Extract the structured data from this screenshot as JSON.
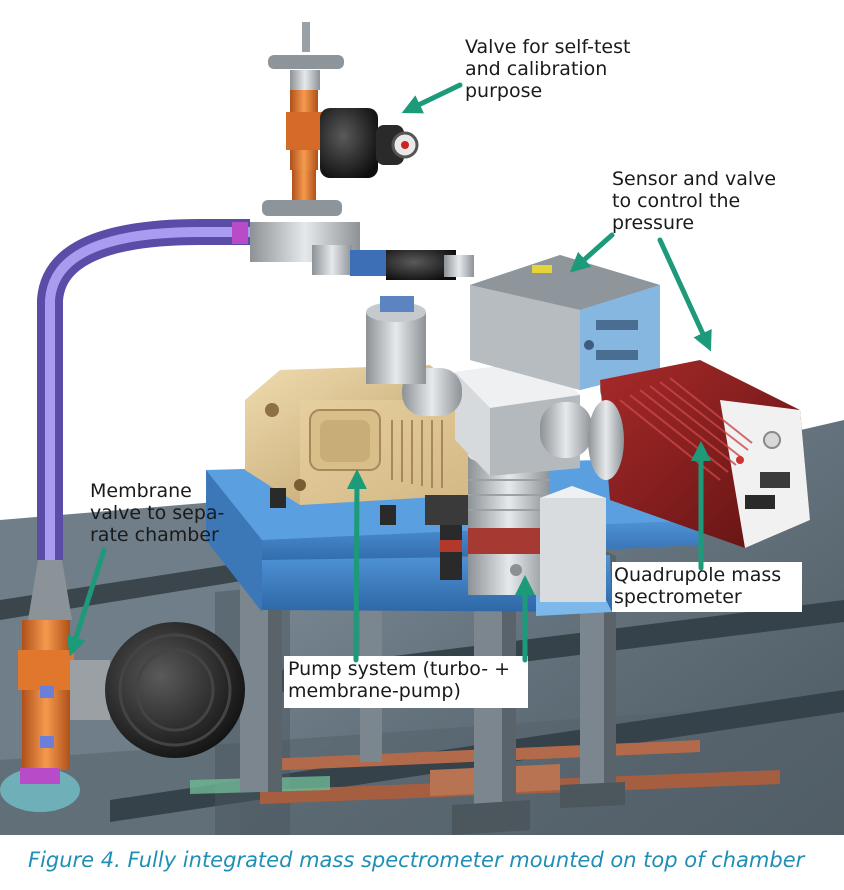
{
  "labels": {
    "valve_self_test": [
      "Valve for self-test",
      "and calibration",
      "purpose"
    ],
    "sensor_valve": [
      "Sensor and valve",
      "to control the",
      "pressure"
    ],
    "membrane_valve": [
      "Membrane",
      "valve to sepa-",
      "rate chamber"
    ],
    "quadrupole": [
      "Quadrupole mass",
      "spectrometer"
    ],
    "pump_system": [
      "Pump system (turbo- +",
      "membrane-pump)"
    ]
  },
  "caption": "Figure 4. Fully integrated mass spectrometer mounted on top of chamber",
  "colors": {
    "arrow": "#1c9a7a",
    "caption": "#1f8fb5",
    "chamber_background": "#5d6b74",
    "table_frame": "#3f7ec0",
    "purple_pipe": "#7e6cc4",
    "copper_valve": "#e07a2c",
    "pump_tan": "#d9bf8c",
    "spectrometer_red": "#8c1f1f",
    "sensor_box_blue": "#9fc6e6"
  }
}
